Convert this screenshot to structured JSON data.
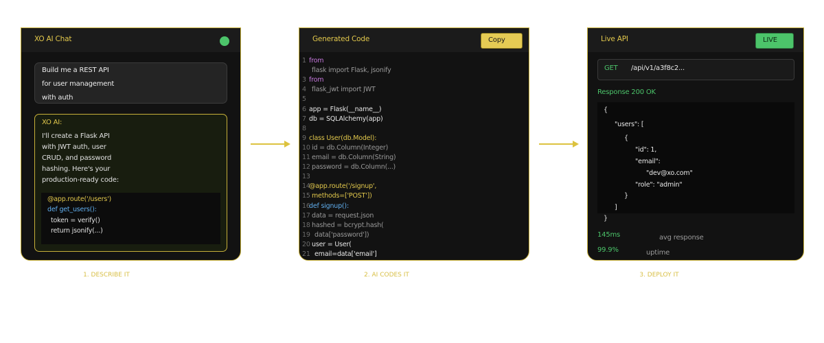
{
  "colors": {
    "accent": "#e2c84c",
    "success": "#4cc46a",
    "panel_bg": "#121212",
    "code_keyword": "#c678dd",
    "code_decorator": "#e2c84c",
    "code_function": "#61afef"
  },
  "steps": [
    {
      "label": "1. DESCRIBE IT"
    },
    {
      "label": "2. AI CODES IT"
    },
    {
      "label": "3. DEPLOY IT"
    }
  ],
  "chat": {
    "title": "XO AI Chat",
    "status_icon": "green-dot",
    "user_message": [
      "Build me a REST API",
      "for user management",
      "with auth"
    ],
    "ai_label": "XO AI:",
    "ai_message": [
      "I'll create a Flask API",
      "with JWT auth, user",
      "CRUD, and password",
      "hashing. Here's your",
      "production-ready code:"
    ],
    "snippet": [
      "@app.route('/users')",
      "def get_users():",
      "token = verify()",
      "return jsonify(...)"
    ]
  },
  "code": {
    "title": "Generated Code",
    "copy_label": "Copy",
    "lines": [
      {
        "n": "1",
        "t": "from"
      },
      {
        "n": "",
        "t": "flask import Flask, jsonify"
      },
      {
        "n": "3",
        "t": "from"
      },
      {
        "n": "4",
        "t": "flask_jwt import JWT"
      },
      {
        "n": "5",
        "t": ""
      },
      {
        "n": "6",
        "t": "app = Flask(__name__)"
      },
      {
        "n": "7",
        "t": "db = SQLAlchemy(app)"
      },
      {
        "n": "8",
        "t": ""
      },
      {
        "n": "9",
        "t": "class User(db.Model):"
      },
      {
        "n": "10",
        "t": "id = db.Column(Integer)"
      },
      {
        "n": "11",
        "t": "email = db.Column(String)"
      },
      {
        "n": "12",
        "t": "password = db.Column(...)"
      },
      {
        "n": "13",
        "t": ""
      },
      {
        "n": "14",
        "t": "@app.route('/signup',"
      },
      {
        "n": "15",
        "t": "methods=['POST'])"
      },
      {
        "n": "16",
        "t": "def signup():"
      },
      {
        "n": "17",
        "t": "data = request.json"
      },
      {
        "n": "18",
        "t": "hashed = bcrypt.hash("
      },
      {
        "n": "19",
        "t": "data['password'])"
      },
      {
        "n": "20",
        "t": "user = User("
      },
      {
        "n": "21",
        "t": "email=data['email']"
      }
    ]
  },
  "api": {
    "title": "Live API",
    "live_label": "LIVE",
    "method": "GET",
    "endpoint": "/api/v1/a3f8c2...",
    "response_status": "Response 200 OK",
    "response_lines": [
      "{",
      "\"users\": [",
      "{",
      "\"id\": 1,",
      "\"email\":",
      "\"dev@xo.com\"",
      "\"role\": \"admin\"",
      "}",
      "]",
      "}"
    ],
    "metrics": [
      {
        "value": "145ms",
        "label": "avg response"
      },
      {
        "value": "99.9%",
        "label": "uptime"
      }
    ]
  }
}
